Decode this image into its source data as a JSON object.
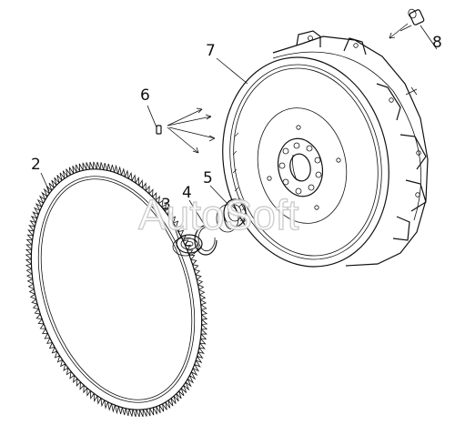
{
  "watermark": "AutoSoft",
  "callouts": {
    "c1": "2",
    "c2": "3",
    "c3": "4",
    "c4": "5",
    "c5": "6",
    "c6": "7",
    "c7": "8"
  },
  "colors": {
    "ink": "#111111",
    "background": "#ffffff",
    "watermark": "#c9c9c9"
  }
}
